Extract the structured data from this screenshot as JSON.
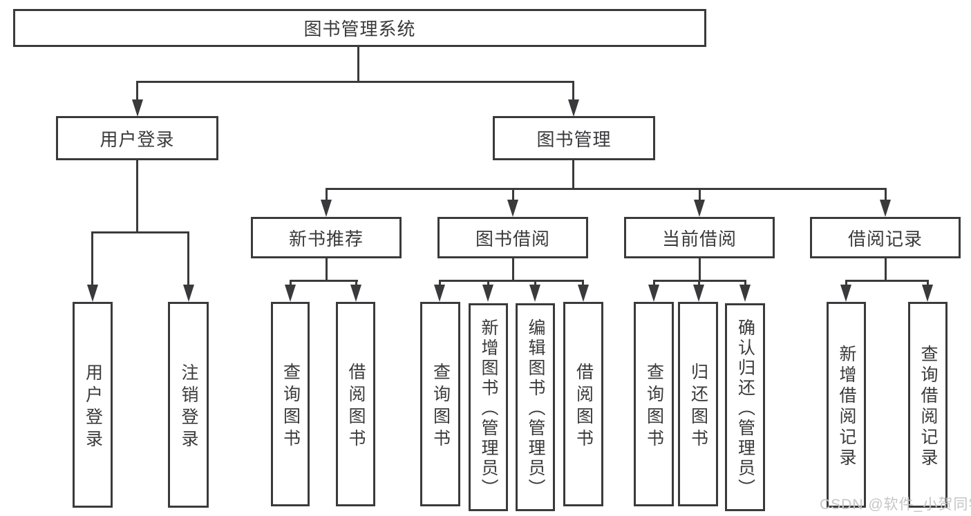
{
  "root": {
    "label": "图书管理系统"
  },
  "level2": [
    {
      "id": "user-login",
      "label": "用户登录"
    },
    {
      "id": "book-management",
      "label": "图书管理"
    }
  ],
  "level3": [
    {
      "id": "new-book-recommend",
      "label": "新书推荐"
    },
    {
      "id": "book-borrowing",
      "label": "图书借阅"
    },
    {
      "id": "current-borrowing",
      "label": "当前借阅"
    },
    {
      "id": "borrow-records",
      "label": "借阅记录"
    }
  ],
  "level4": {
    "user_login": [
      {
        "label": "用户登录"
      },
      {
        "label": "注销登录"
      }
    ],
    "new_book_recommend": [
      {
        "label": "查询图书"
      },
      {
        "label": "借阅图书"
      }
    ],
    "book_borrowing": [
      {
        "label": "查询图书"
      },
      {
        "label": "新增图书（管理员）"
      },
      {
        "label": "编辑图书（管理员）"
      },
      {
        "label": "借阅图书"
      }
    ],
    "current_borrowing": [
      {
        "label": "查询图书"
      },
      {
        "label": "归还图书"
      },
      {
        "label": "确认归还（管理员）"
      }
    ],
    "borrow_records": [
      {
        "label": "新增借阅记录"
      },
      {
        "label": "查询借阅记录"
      }
    ]
  },
  "watermark": {
    "text": "CSDN @软件_小贺同学"
  },
  "colors": {
    "line": "#3a3a3c",
    "box_border": "#3a3a3c",
    "text": "#3a3a3c",
    "watermark": "#c5c5c5",
    "background": "#ffffff"
  }
}
